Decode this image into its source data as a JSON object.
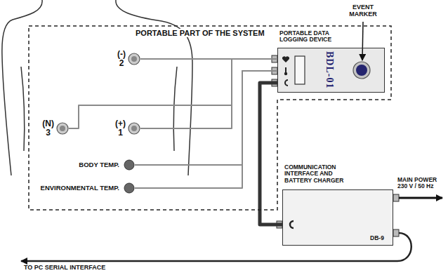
{
  "diagram": {
    "nodes": [
      {
        "text": [
          "PORTABLE PART OF THE SYSTEM"
        ]
      },
      {
        "text": [
          "(-)",
          "2"
        ],
        "in": 0
      },
      {
        "text": [
          "PORTABLE DATA LOGGING DEVICE",
          "BDL-01"
        ],
        "in": 0
      },
      {
        "text": [
          "(N)",
          "3"
        ],
        "in": 0
      },
      {
        "text": [
          "(+)",
          "1"
        ],
        "in": 0
      },
      {
        "text": [
          "BODY TEMP."
        ],
        "in": 0
      },
      {
        "text": [
          "ENVIRONMENTAL TEMP."
        ],
        "in": 0
      },
      {
        "text": [
          "COMMUNICATION INTERFACE AND BATTERY CHARGER",
          "DB-9"
        ]
      }
    ],
    "edges": [
      {
        "from": 1,
        "to": 2,
        "arrow": "none"
      },
      {
        "from": 3,
        "to": 2,
        "arrow": "none"
      },
      {
        "from": 4,
        "to": 2,
        "arrow": "none"
      },
      {
        "from": 5,
        "to": 2,
        "arrow": "none"
      },
      {
        "from": 6,
        "to": 2,
        "arrow": "none"
      },
      {
        "from": 2,
        "to": 7,
        "arrow": "none"
      }
    ],
    "labels": [
      "EVENT MARKER",
      "MAIN POWER 230 V / 50 Hz",
      "TO PC SERIAL INTERFACE"
    ]
  }
}
